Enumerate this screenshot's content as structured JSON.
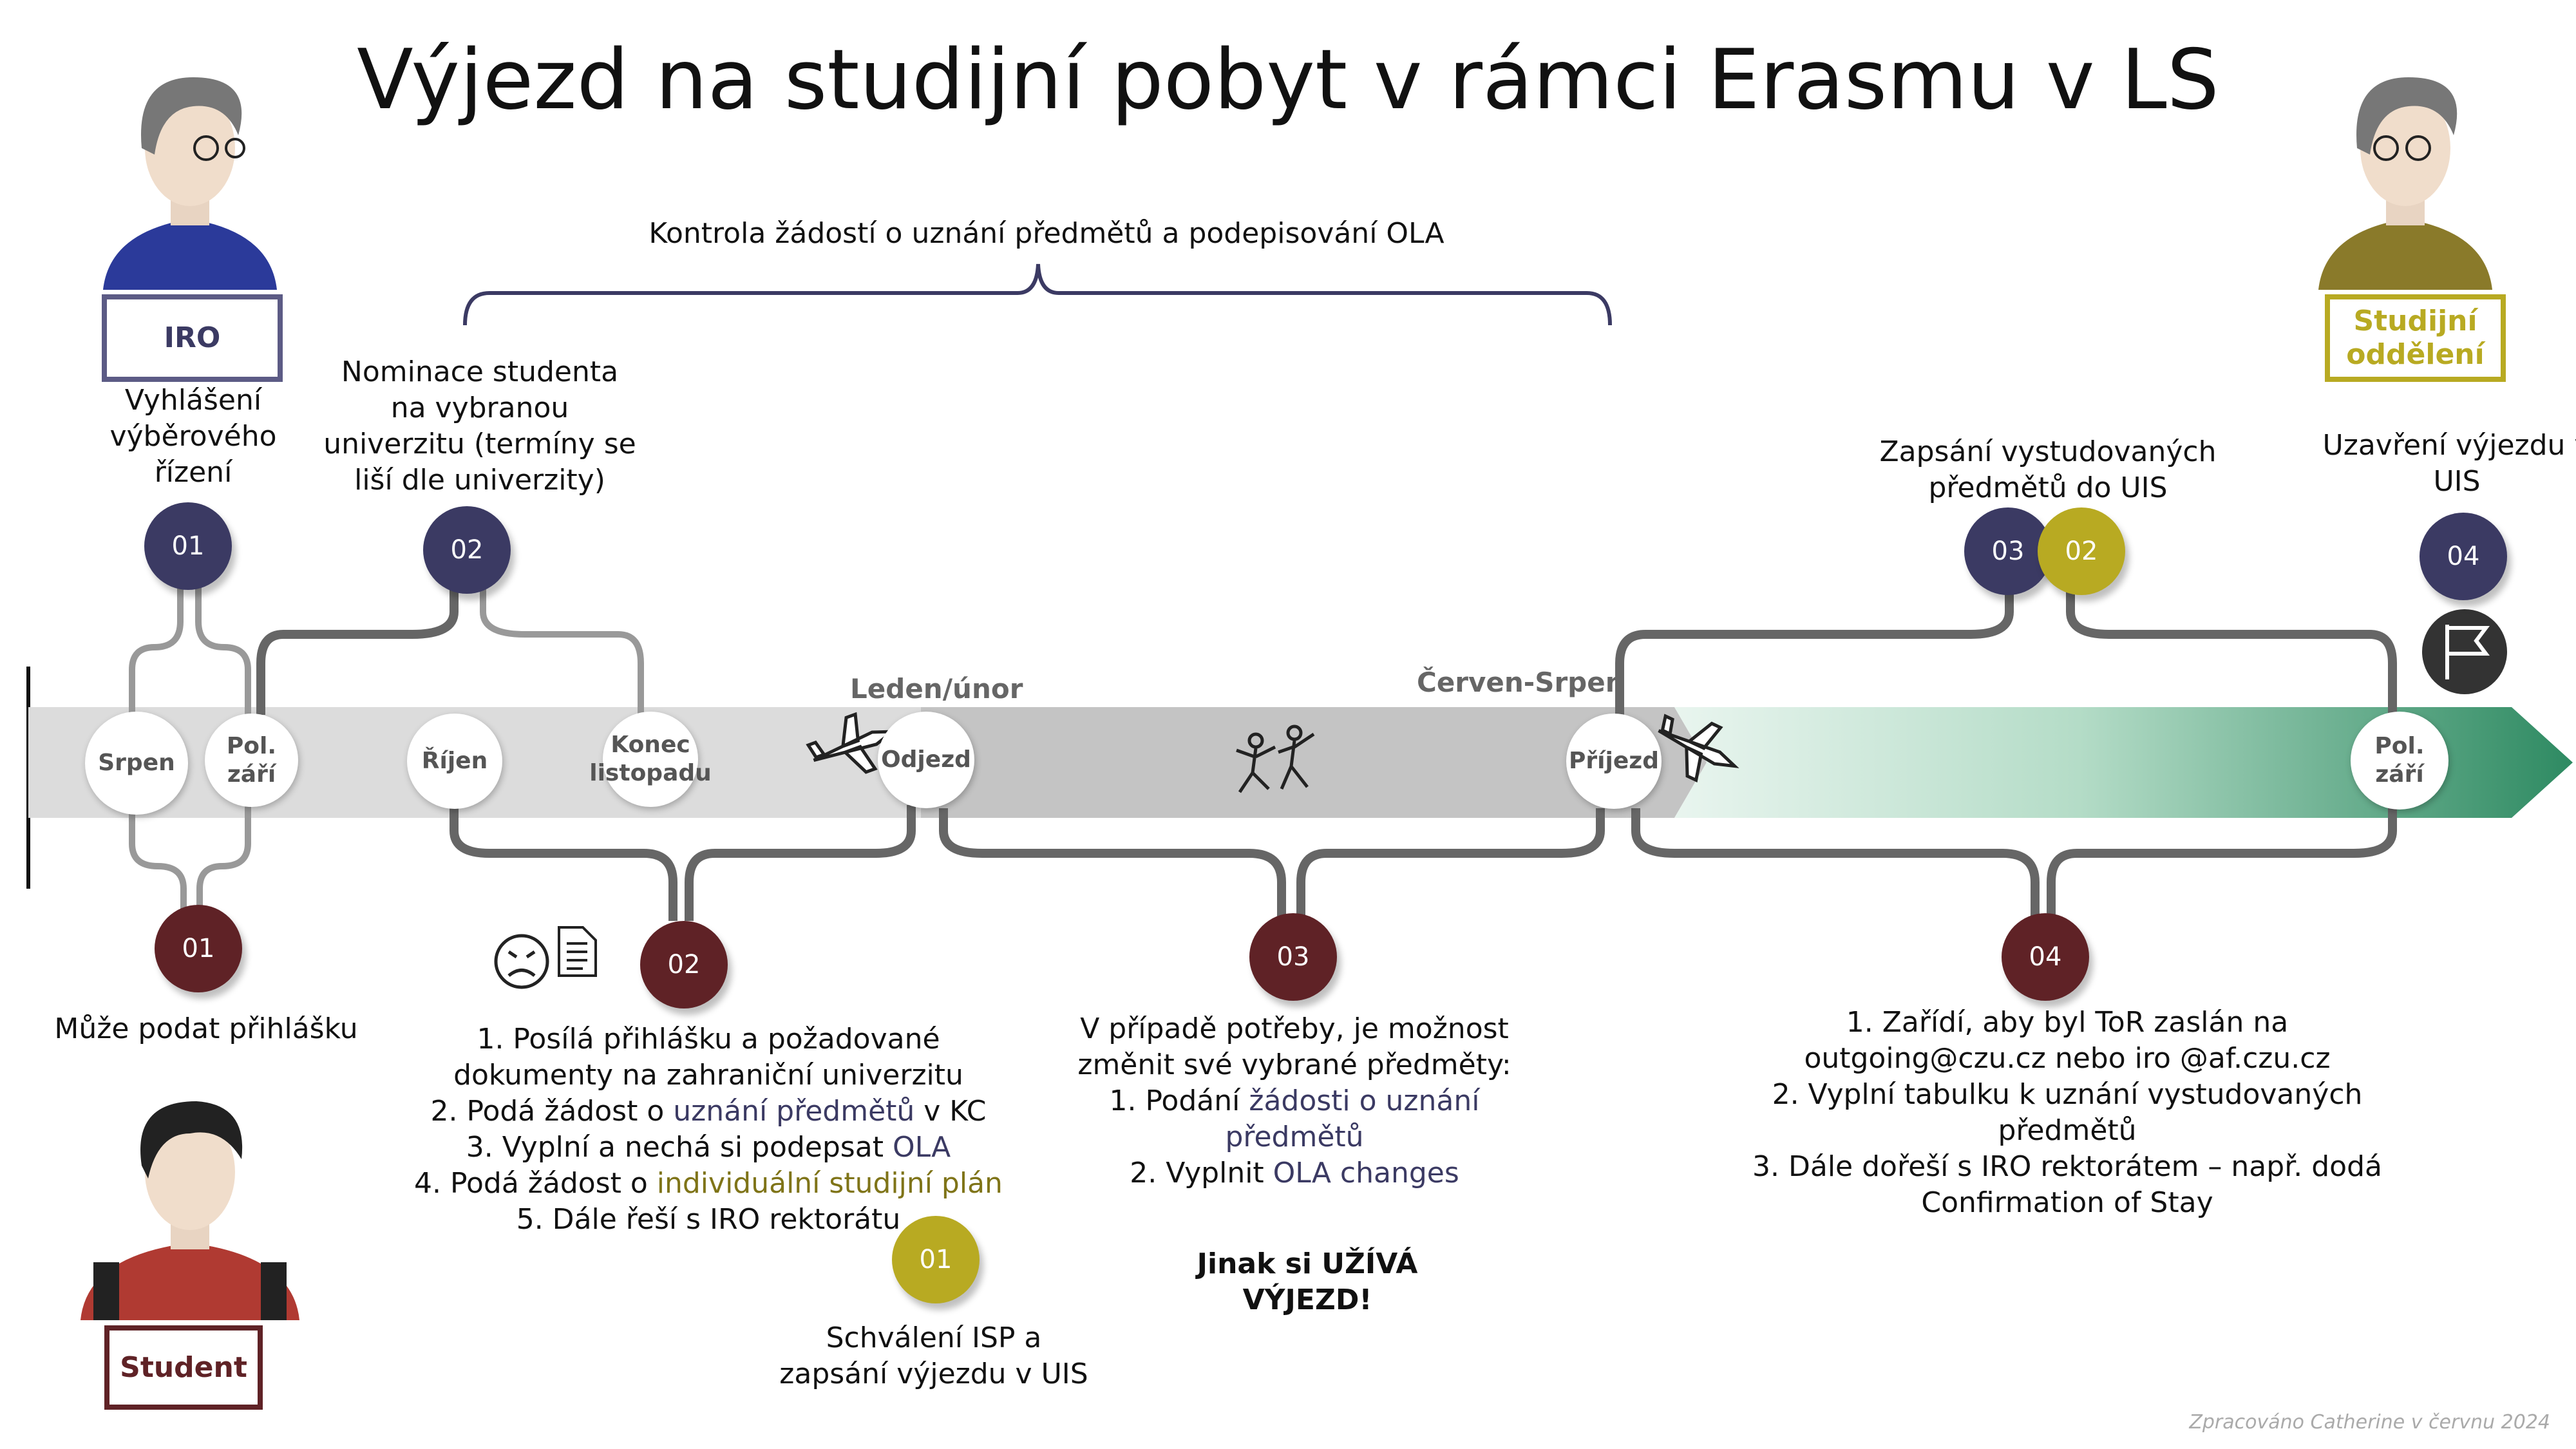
{
  "title": "Výjezd na studijní pobyt v rámci Erasmu v LS",
  "top_brace_label": "Kontrola žádostí o uznání předmětů a podepisování OLA",
  "roles": {
    "iro": "IRO",
    "study": "Studijní oddělení",
    "student": "Student"
  },
  "timeline": {
    "points": [
      "Srpen",
      "Pol. září",
      "Říjen",
      "Konec listopadu",
      "Odjezd",
      "Příjezd",
      "Pol. září"
    ],
    "period_labels": [
      "Leden/únor",
      "Červen-Srpen"
    ]
  },
  "steps_top": [
    {
      "num": "01",
      "text": "Vyhlášení výběrového řízení"
    },
    {
      "num": "02",
      "text": "Nominace studenta na vybranou univerzitu (termíny se liší dle univerzity)"
    },
    {
      "num": "03",
      "text": "Zapsání vystudovaných předmětů do UIS"
    },
    {
      "num": "02",
      "text": ""
    },
    {
      "num": "04",
      "text": "Uzavření výjezdu v UIS"
    }
  ],
  "steps_bottom": [
    {
      "num": "01",
      "text": "Může podat přihlášku"
    },
    {
      "num": "02"
    },
    {
      "num": "03"
    },
    {
      "num": "04"
    }
  ],
  "list02": {
    "i1": "1.  Posílá přihlášku a požadované dokumenty na zahraniční univerzitu",
    "i2a": "2.  Podá žádost o ",
    "i2b": "uznání předmětů",
    "i2c": " v KC",
    "i3a": "3.  Vyplní a nechá si podepsat ",
    "i3b": "OLA",
    "i4a": "4.  Podá žádost o ",
    "i4b": "individuální studijní plán",
    "i5": "5.  Dále řeší s IRO rektorátu"
  },
  "study01": {
    "num": "01",
    "text": "Schválení ISP a zapsání výjezdu v UIS"
  },
  "list03": {
    "intro": "V případě potřeby, je možnost změnit své vybrané předměty:",
    "i1a": "1.  Podání ",
    "i1b": "žádosti o uznání předmětů",
    "i2a": "2. Vyplnit ",
    "i2b": "OLA changes"
  },
  "enjoy": "Jinak si UŽÍVÁ VÝJEZD!",
  "list04": {
    "i1": "1.  Zařídí, aby byl ToR zaslán na outgoing@czu.cz nebo iro @af.czu.cz",
    "i2": "2.  Vyplní tabulku k uznání vystudovaných předmětů",
    "i3": "3.  Dále dořeší s IRO rektorátem – např. dodá Confirmation of Stay"
  },
  "footer": "Zpracováno Catherine v červnu 2024",
  "colors": {
    "navy": "#3b3a63",
    "maroon": "#5f2226",
    "olive": "#b8aa22",
    "green": "#2e8a62"
  }
}
